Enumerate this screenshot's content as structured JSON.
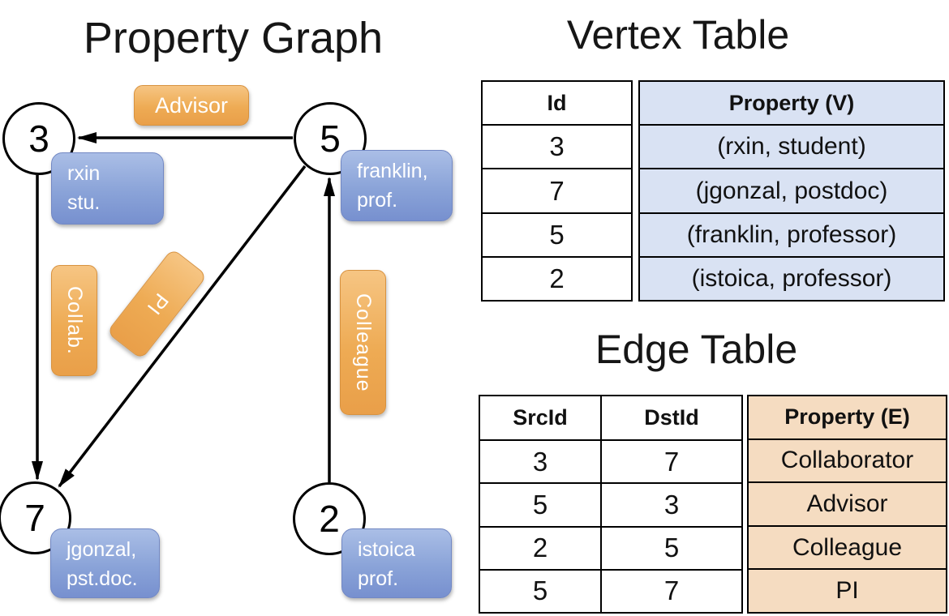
{
  "graph": {
    "title": "Property Graph",
    "nodes": [
      {
        "id": "3",
        "label_line1": "rxin",
        "label_line2": "stu."
      },
      {
        "id": "5",
        "label_line1": "franklin,",
        "label_line2": "prof."
      },
      {
        "id": "7",
        "label_line1": "jgonzal,",
        "label_line2": "pst.doc."
      },
      {
        "id": "2",
        "label_line1": "istoica",
        "label_line2": "prof."
      }
    ],
    "edge_labels": {
      "advisor": "Advisor",
      "collab": "Collab.",
      "pi": "PI",
      "colleague": "Colleague"
    },
    "edges": [
      {
        "from": "5",
        "to": "3",
        "label": "Advisor"
      },
      {
        "from": "3",
        "to": "7",
        "label": "Collab."
      },
      {
        "from": "5",
        "to": "7",
        "label": "PI"
      },
      {
        "from": "2",
        "to": "5",
        "label": "Colleague"
      }
    ]
  },
  "vertex_table": {
    "title": "Vertex Table",
    "columns": {
      "id": "Id",
      "property": "Property (V)"
    },
    "rows": [
      {
        "id": "3",
        "property": "(rxin, student)"
      },
      {
        "id": "7",
        "property": "(jgonzal, postdoc)"
      },
      {
        "id": "5",
        "property": "(franklin, professor)"
      },
      {
        "id": "2",
        "property": "(istoica, professor)"
      }
    ]
  },
  "edge_table": {
    "title": "Edge Table",
    "columns": {
      "src": "SrcId",
      "dst": "DstId",
      "property": "Property (E)"
    },
    "rows": [
      {
        "src": "3",
        "dst": "7",
        "property": "Collaborator"
      },
      {
        "src": "5",
        "dst": "3",
        "property": "Advisor"
      },
      {
        "src": "2",
        "dst": "5",
        "property": "Colleague"
      },
      {
        "src": "5",
        "dst": "7",
        "property": "PI"
      }
    ]
  },
  "colors": {
    "vertex_box_top": "#aabee6",
    "vertex_box_bottom": "#7790cf",
    "edge_box_top": "#f6c583",
    "edge_box_bottom": "#e99f49",
    "vertex_property_cell_bg": "#d9e2f3",
    "edge_property_cell_bg": "#f5dcc1",
    "line_color": "#000000",
    "text_on_boxes": "#ffffff"
  }
}
